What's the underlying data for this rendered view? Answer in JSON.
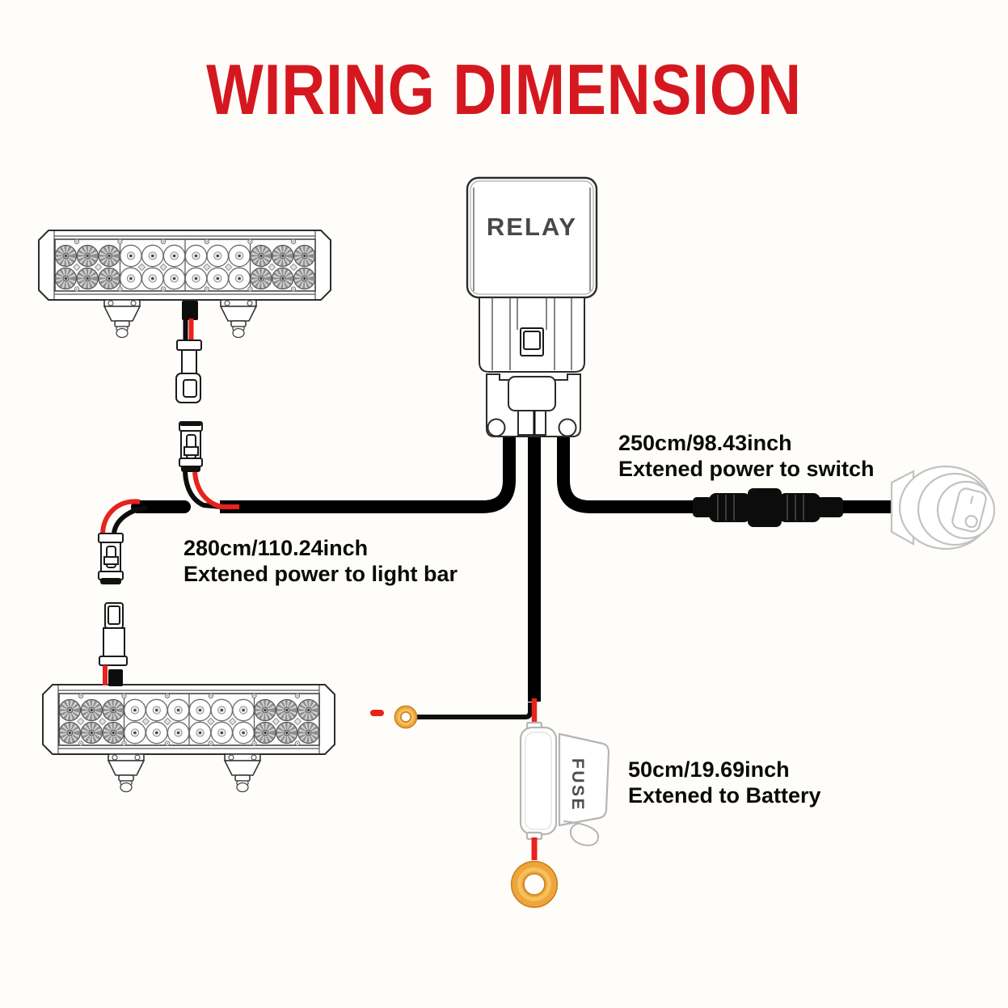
{
  "title": "WIRING DIMENSION",
  "relay": {
    "label": "RELAY"
  },
  "fuse": {
    "label": "FUSE"
  },
  "ground_polarity": "-",
  "wires": {
    "switch": {
      "length": "250cm/98.43inch",
      "note": "Extened power to switch"
    },
    "light_bar": {
      "length": "280cm/110.24inch",
      "note": "Extened power to light bar"
    },
    "battery": {
      "length": "50cm/19.69inch",
      "note": "Extened to Battery"
    }
  },
  "components": [
    "light-bar-top",
    "light-bar-bottom",
    "relay",
    "rocker-switch",
    "inline-connector",
    "fuse-holder",
    "battery-ring-terminal",
    "ground-ring-terminal"
  ],
  "colors": {
    "title_red": "#d5181f",
    "wire_red": "#e8231c",
    "cable_black": "#000000",
    "ring_orange": "#efa43c",
    "outline_light": "#c2c2c2"
  }
}
